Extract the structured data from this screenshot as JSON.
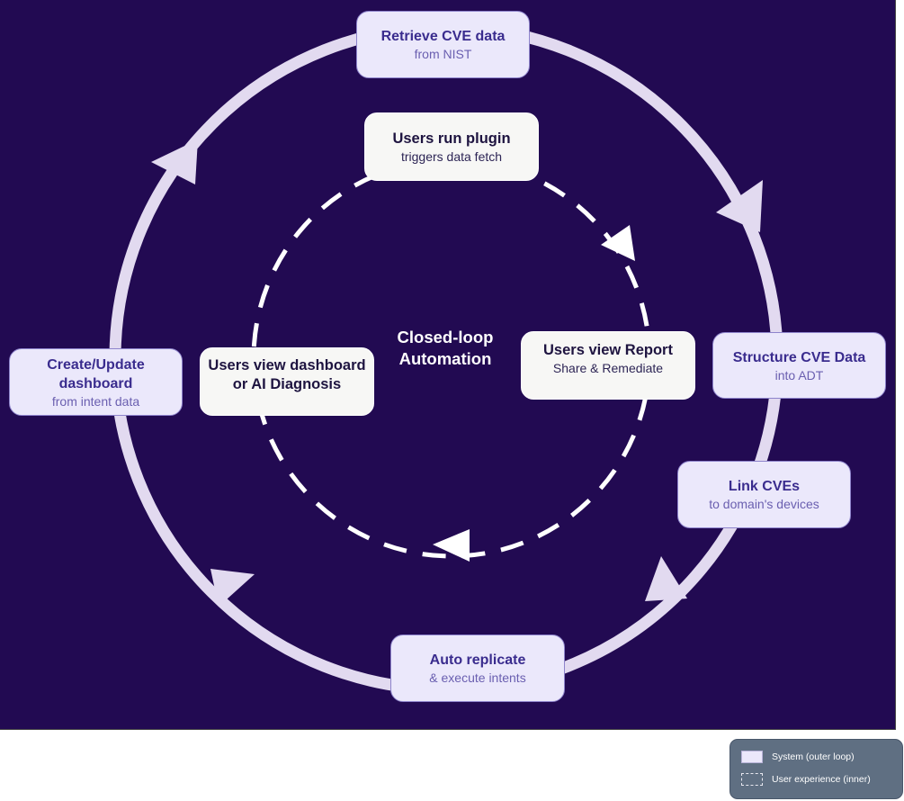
{
  "diagram": {
    "center_label": [
      "Closed-loop",
      "Automation"
    ],
    "outer_loop": {
      "direction": "clockwise",
      "nodes": [
        {
          "id": "retrieve",
          "title": "Retrieve CVE data",
          "subtitle": "from NIST"
        },
        {
          "id": "structure",
          "title": "Structure CVE Data",
          "subtitle": "into ADT"
        },
        {
          "id": "link",
          "title": "Link CVEs",
          "subtitle": "to domain's devices"
        },
        {
          "id": "replicate",
          "title": "Auto replicate",
          "subtitle": "& execute intents"
        },
        {
          "id": "dashboard",
          "title": "Create/Update dashboard",
          "title_lines": [
            "Create/Update",
            "dashboard"
          ],
          "subtitle": "from intent data"
        }
      ]
    },
    "inner_loop": {
      "direction": "clockwise",
      "nodes": [
        {
          "id": "run-plugin",
          "title": "Users run plugin",
          "subtitle": "triggers data fetch"
        },
        {
          "id": "view-report",
          "title": "Users view Report",
          "subtitle": "Share & Remediate"
        },
        {
          "id": "view-dashboard",
          "title": "Users view dashboard or AI Diagnosis",
          "title_lines": [
            "Users view dashboard",
            "or AI Diagnosis"
          ],
          "subtitle": ""
        }
      ]
    },
    "edges": [
      {
        "from": "retrieve",
        "to": "structure",
        "style": "solid"
      },
      {
        "from": "structure",
        "to": "link",
        "style": "solid"
      },
      {
        "from": "link",
        "to": "replicate",
        "style": "solid"
      },
      {
        "from": "replicate",
        "to": "dashboard",
        "style": "solid"
      },
      {
        "from": "dashboard",
        "to": "retrieve",
        "style": "solid"
      },
      {
        "from": "run-plugin",
        "to": "view-report",
        "style": "dashed"
      },
      {
        "from": "view-report",
        "to": "view-dashboard",
        "style": "dashed"
      },
      {
        "from": "view-dashboard",
        "to": "run-plugin",
        "style": "dashed"
      }
    ]
  },
  "legend": {
    "items": [
      {
        "label": "System (outer loop)",
        "swatch": "solid"
      },
      {
        "label": "User experience (inner)",
        "swatch": "dashed"
      }
    ]
  },
  "colors": {
    "background": "#220a52",
    "outer_loop": "#e2daf0",
    "inner_loop": "#ffffff",
    "system_node_fill": "#ebe8fb",
    "system_title": "#3a2c8e",
    "legend_fill": "#5f6f82"
  }
}
